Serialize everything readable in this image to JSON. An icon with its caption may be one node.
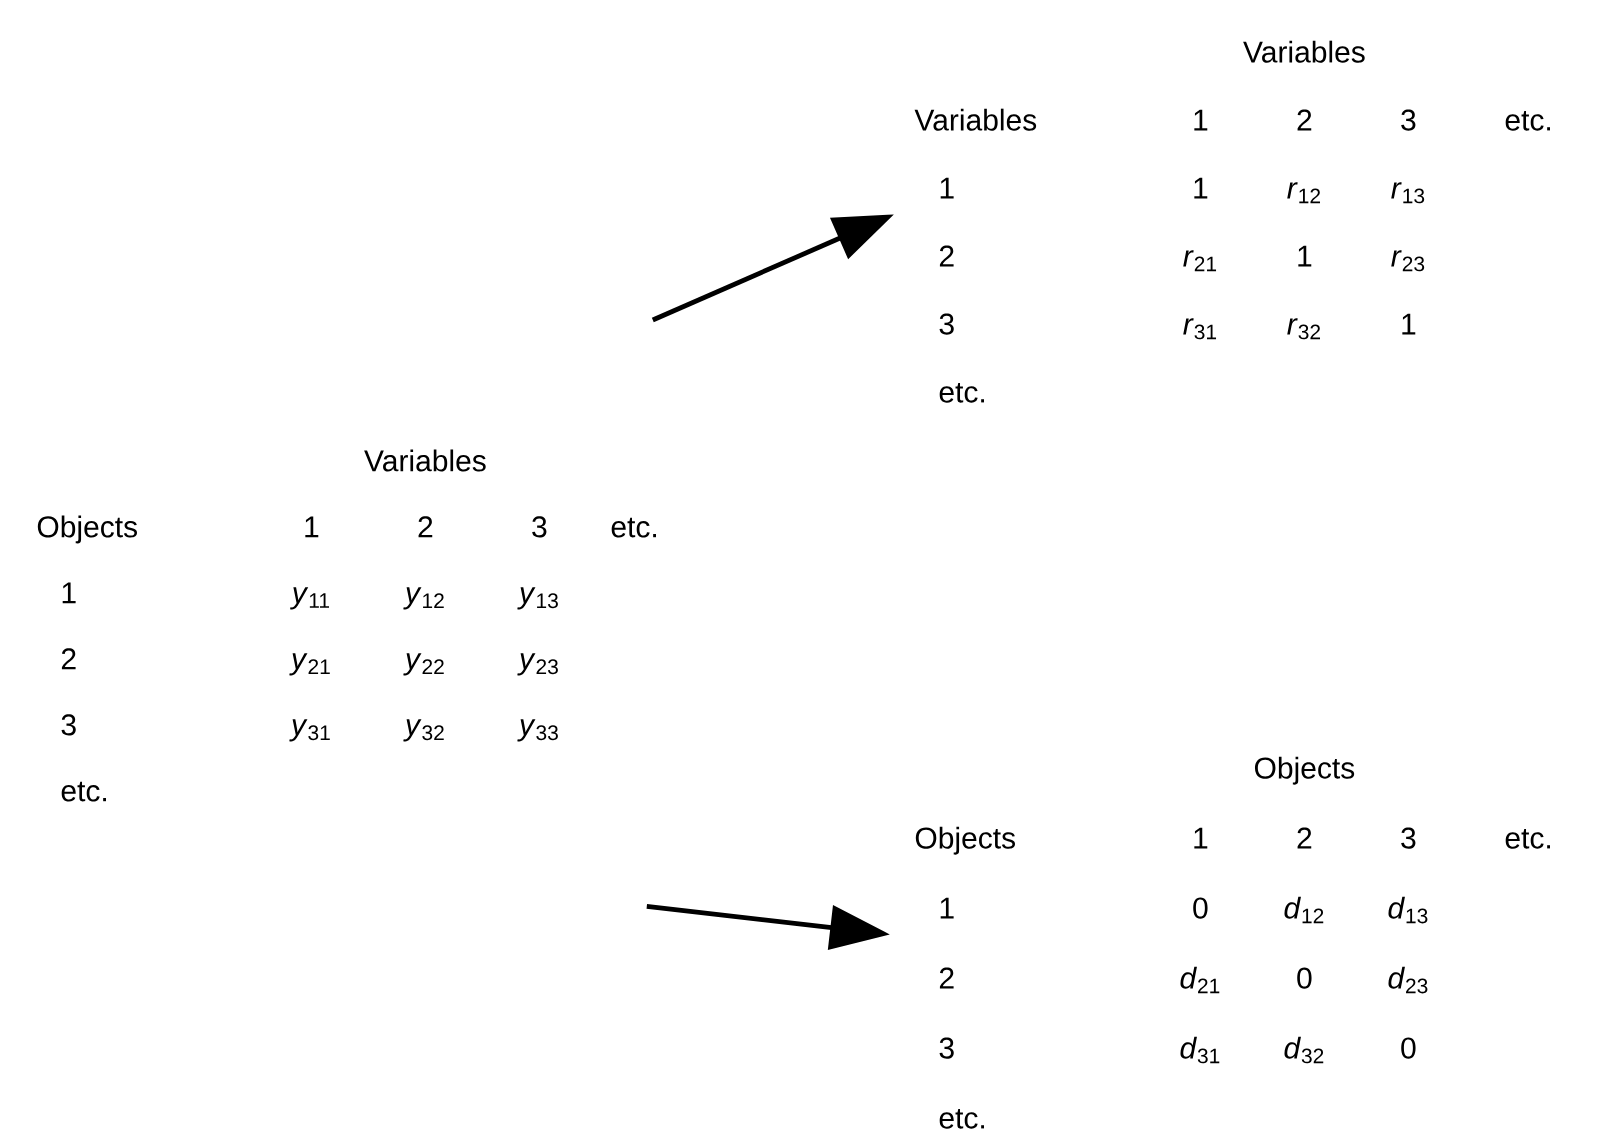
{
  "diagram": {
    "nodes": [
      {
        "text": [
          "Variables",
          "Objects",
          "1",
          "2",
          "3",
          "etc.",
          "1",
          "*y*$_{11}$",
          "*y*$_{12}$",
          "*y*$_{13}$",
          "2",
          "*y*$_{21}$",
          "*y*$_{22}$",
          "*y*$_{23}$",
          "3",
          "*y*$_{31}$",
          "*y*$_{32}$",
          "*y*$_{33}$",
          "etc."
        ]
      },
      {
        "text": [
          "Variables",
          "Variables",
          "1",
          "2",
          "3",
          "etc.",
          "1",
          "1",
          "*r*$_{12}$",
          "*r*$_{13}$",
          "2",
          "*r*$_{21}$",
          "1",
          "*r*$_{23}$",
          "3",
          "*r*$_{31}$",
          "*r*$_{32}$",
          "1",
          "etc."
        ]
      },
      {
        "text": [
          "Objects",
          "Objects",
          "1",
          "2",
          "3",
          "etc.",
          "1",
          "0",
          "*d*$_{12}$",
          "*d*$_{13}$",
          "2",
          "*d*$_{21}$",
          "0",
          "*d*$_{23}$",
          "3",
          "*d*$_{31}$",
          "*d*$_{32}$",
          "0",
          "etc."
        ]
      }
    ],
    "edges": [
      {
        "from": 0,
        "to": 1,
        "arrow": "to"
      },
      {
        "from": 0,
        "to": 2,
        "arrow": "to"
      }
    ]
  }
}
